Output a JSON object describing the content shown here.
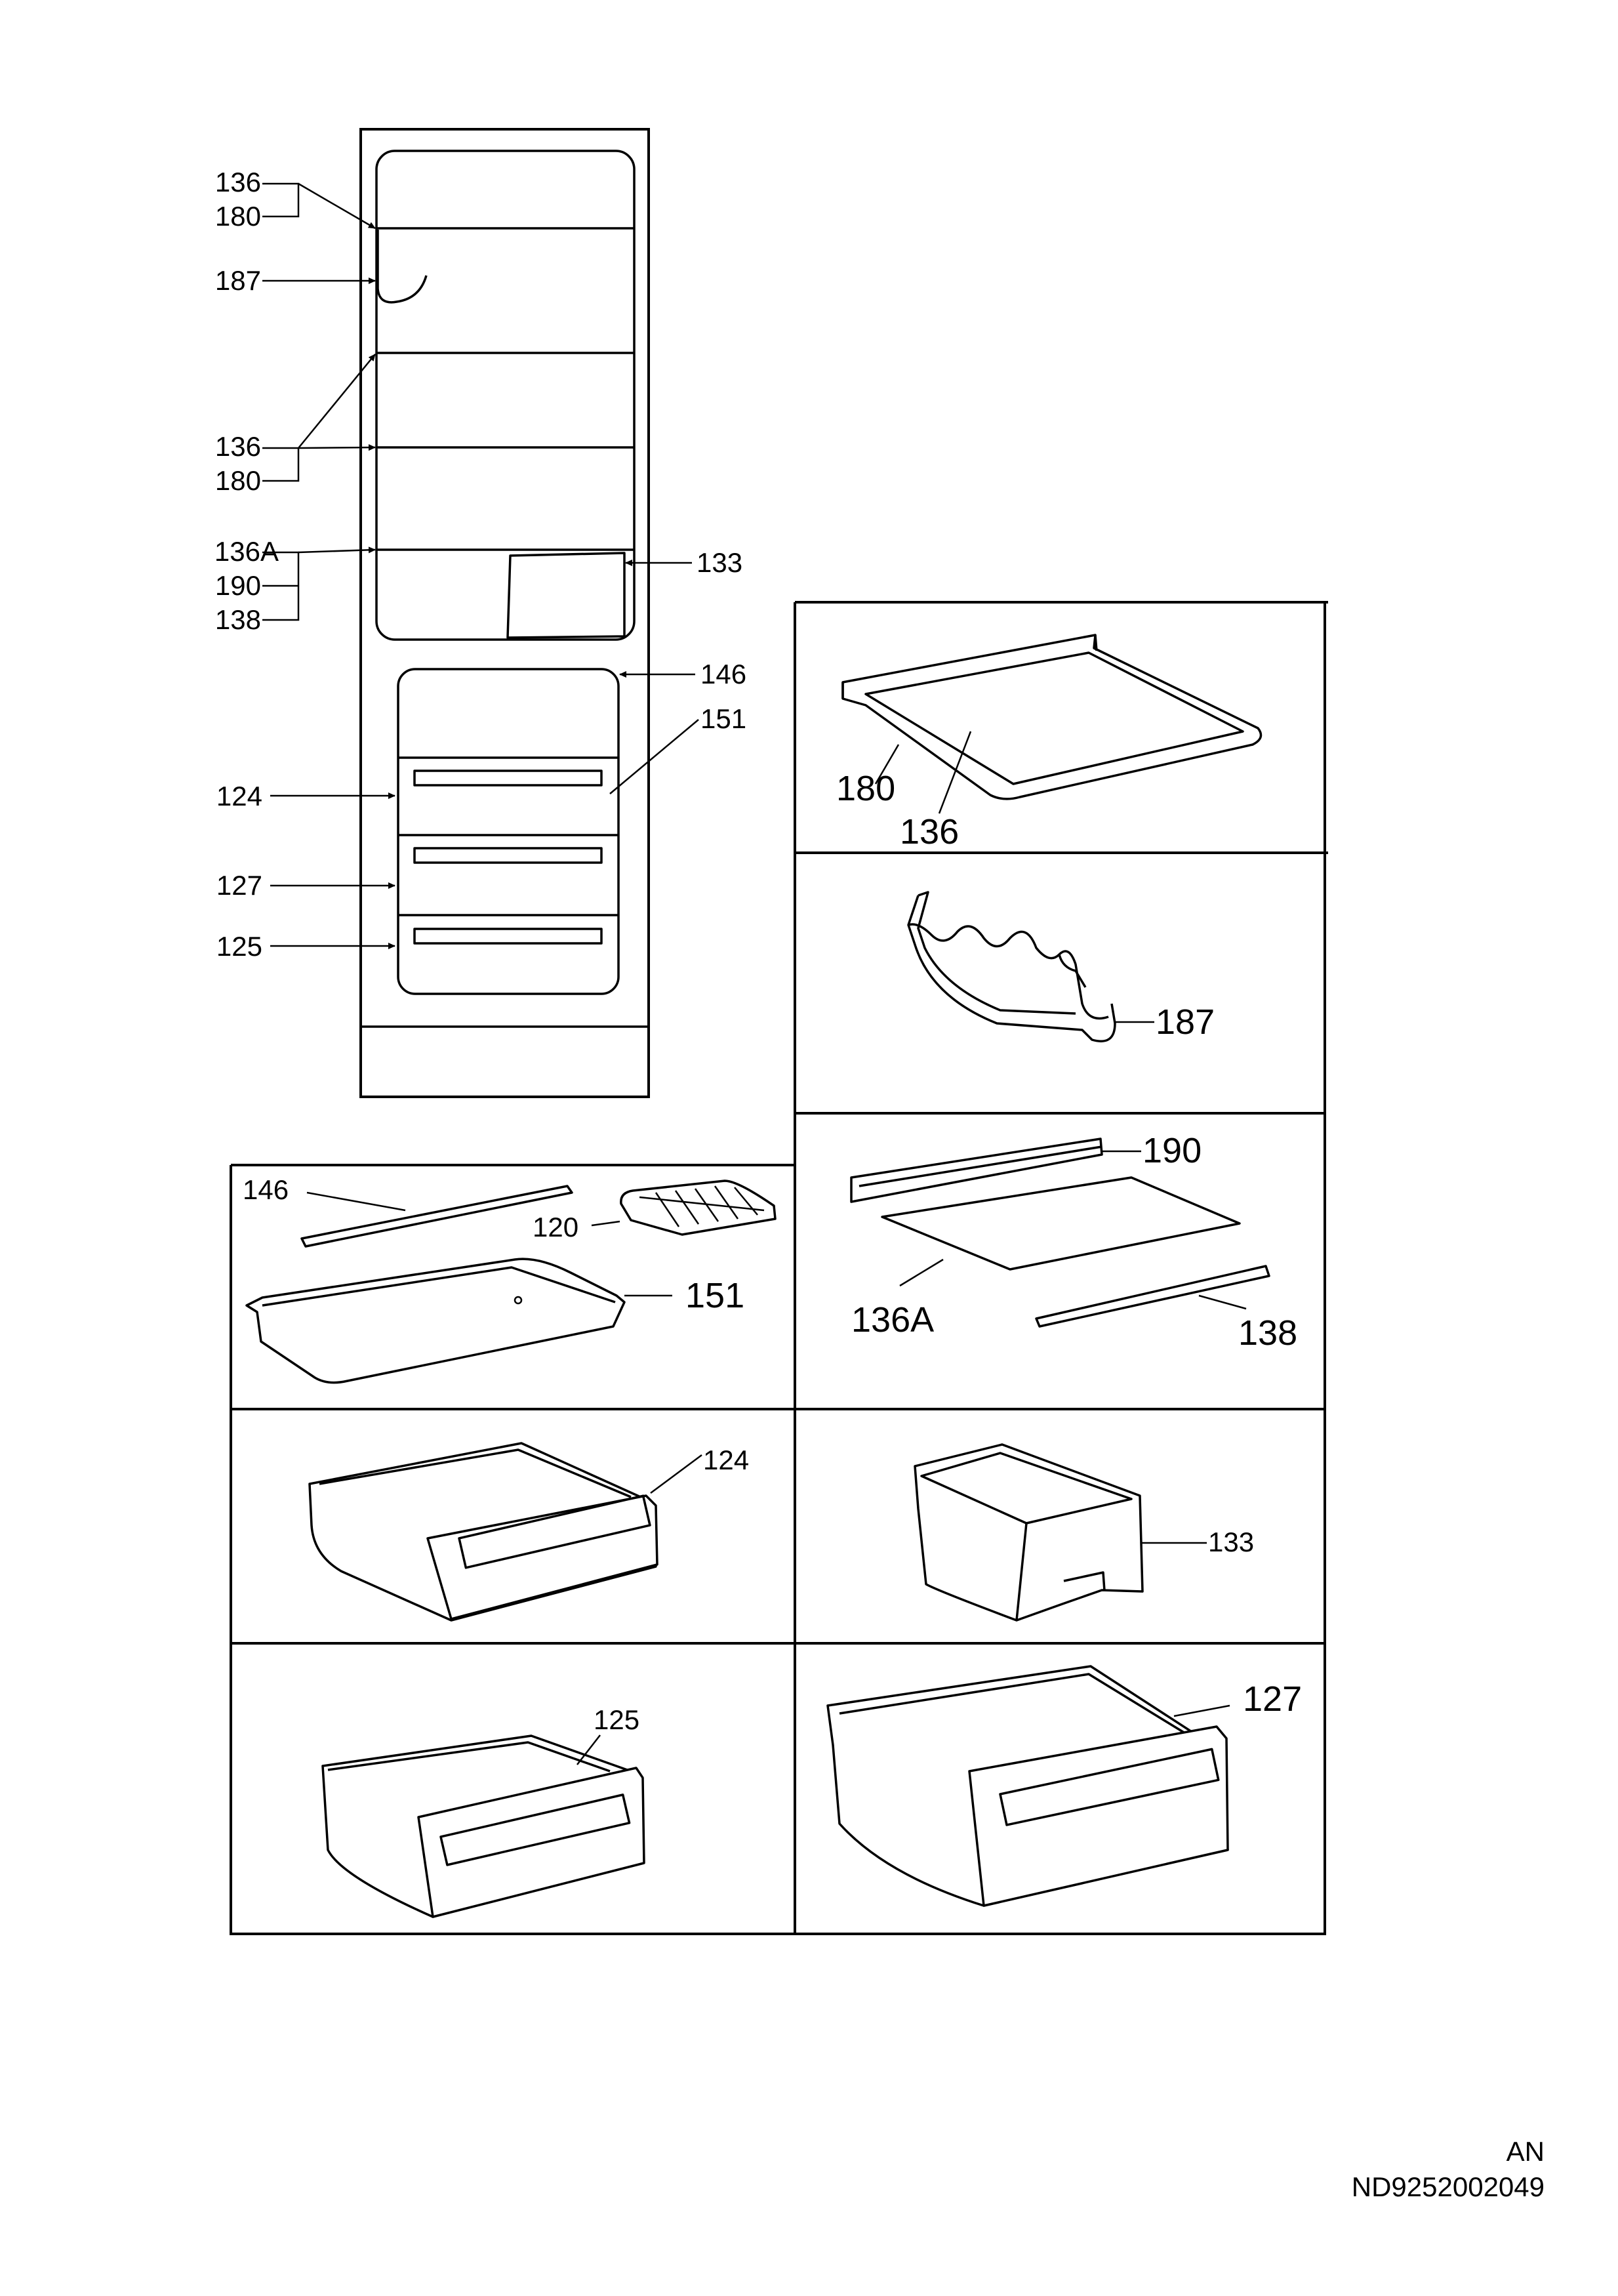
{
  "callouts": {
    "c136a": "136",
    "c180a": "180",
    "c187": "187",
    "c136b": "136",
    "c180b": "180",
    "c136Aa": "136A",
    "c190a": "190",
    "c138a": "138",
    "c133a": "133",
    "c146a": "146",
    "c151a": "151",
    "c124a": "124",
    "c127a": "127",
    "c125a": "125"
  },
  "parts": {
    "shelf_frame": "180",
    "shelf_glass": "136",
    "bottle_rack": "187",
    "glass_trim_front": "190",
    "glass_plate": "136A",
    "glass_trim_rear": "138",
    "cover_strip": "146",
    "ice_tray": "120",
    "freezer_tray": "151",
    "drawer_124": "124",
    "box_133": "133",
    "drawer_125": "125",
    "drawer_127": "127"
  },
  "footer": {
    "lang": "AN",
    "code": "ND9252002049"
  }
}
